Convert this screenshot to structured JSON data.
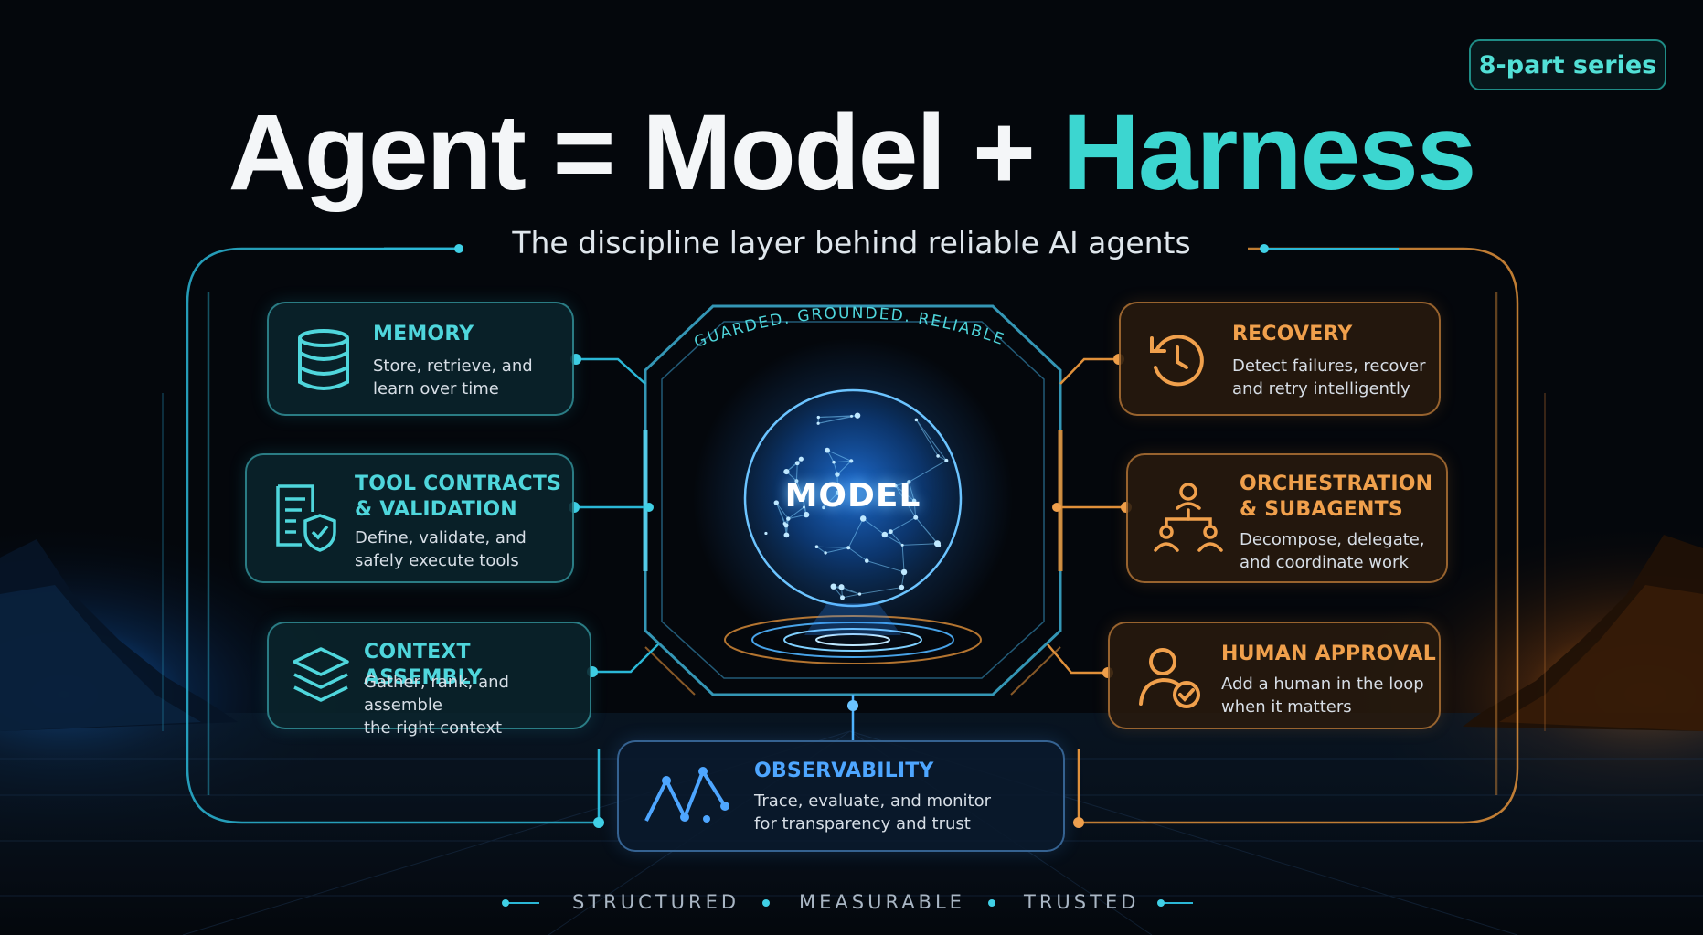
{
  "badge": "8-part series",
  "title": {
    "part1": "Agent = Model + ",
    "part2": "Harness"
  },
  "subtitle": "The discipline layer behind reliable AI agents",
  "arc_text": "GUARDED. GROUNDED. RELIABLE.",
  "center": "MODEL",
  "components": {
    "memory": {
      "label": "MEMORY",
      "desc": "Store, retrieve, and\nlearn over time",
      "icon": "database-icon"
    },
    "tools": {
      "label": "TOOL CONTRACTS\n& VALIDATION",
      "desc": "Define, validate, and\nsafely execute tools",
      "icon": "shield-document-icon"
    },
    "context": {
      "label": "CONTEXT ASSEMBLY",
      "desc": "Gather, rank, and assemble\nthe right context",
      "icon": "layers-icon"
    },
    "recovery": {
      "label": "RECOVERY",
      "desc": "Detect failures, recover\nand retry intelligently",
      "icon": "history-icon"
    },
    "orchestration": {
      "label": "ORCHESTRATION\n& SUBAGENTS",
      "desc": "Decompose, delegate,\nand coordinate work",
      "icon": "org-chart-icon"
    },
    "human": {
      "label": "HUMAN APPROVAL",
      "desc": "Add a human in the loop\nwhen it matters",
      "icon": "user-check-icon"
    },
    "observability": {
      "label": "OBSERVABILITY",
      "desc": "Trace, evaluate, and monitor\nfor transparency and trust",
      "icon": "graph-icon"
    }
  },
  "footer": [
    "STRUCTURED",
    "MEASURABLE",
    "TRUSTED"
  ],
  "colors": {
    "accent_teal": "#3cd6d0",
    "accent_orange": "#f0a04c",
    "accent_blue": "#4ea6ff",
    "background": "#04070c"
  }
}
